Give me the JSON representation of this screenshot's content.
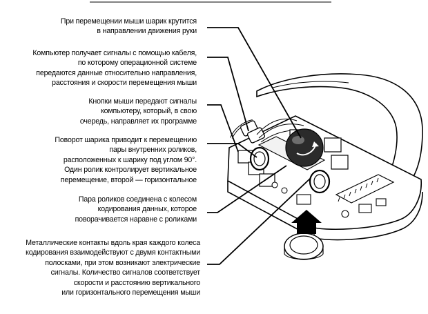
{
  "captions": [
    {
      "id": "c1",
      "lines": [
        "При перемещении мыши шарик крутится",
        "в направлении движения руки"
      ]
    },
    {
      "id": "c2",
      "lines": [
        "Компьютер получает сигналы с помощью кабеля,",
        "по которому операционной системе",
        "передаются данные относительно направления,",
        "расстояния и скорости перемещения мыши"
      ]
    },
    {
      "id": "c3",
      "lines": [
        "Кнопки мыши передают сигналы",
        "компьютеру, который, в свою",
        "очередь, направляет их программе"
      ]
    },
    {
      "id": "c4",
      "lines": [
        "Поворот шарика приводит к перемещению",
        "пары внутренних роликов,",
        "расположенных к шарику под углом 90°.",
        "Один ролик контролирует вертикальное",
        "перемещение, второй — горизонтальное"
      ]
    },
    {
      "id": "c5",
      "lines": [
        "Пара роликов соединена с колесом",
        "кодирования данных, которое",
        "поворачивается наравне с роликами"
      ]
    },
    {
      "id": "c6",
      "lines": [
        "Металлические контакты вдоль края каждого колеса",
        "кодирования взаимодействуют с двумя контактными",
        "полосками, при этом возникают электрические",
        "сигналы. Количество сигналов соответствует",
        "скорости и расстоянию вертикального",
        "или горизонтального перемещения мыши"
      ]
    }
  ]
}
